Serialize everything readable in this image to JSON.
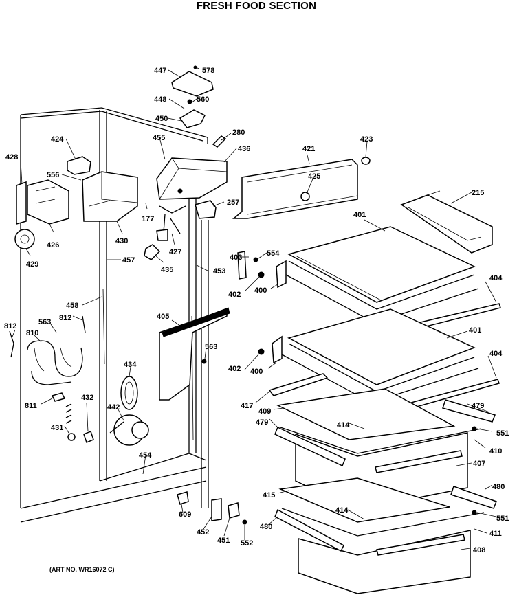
{
  "title": "FRESH FOOD SECTION",
  "art_number": "(ART NO. WR16072 C)",
  "callouts": [
    {
      "id": "447",
      "label": "447"
    },
    {
      "id": "578",
      "label": "578"
    },
    {
      "id": "448",
      "label": "448"
    },
    {
      "id": "560",
      "label": "560"
    },
    {
      "id": "450",
      "label": "450"
    },
    {
      "id": "280",
      "label": "280"
    },
    {
      "id": "424",
      "label": "424"
    },
    {
      "id": "455",
      "label": "455"
    },
    {
      "id": "436",
      "label": "436"
    },
    {
      "id": "421",
      "label": "421"
    },
    {
      "id": "423",
      "label": "423"
    },
    {
      "id": "428",
      "label": "428"
    },
    {
      "id": "556",
      "label": "556"
    },
    {
      "id": "425",
      "label": "425"
    },
    {
      "id": "215",
      "label": "215"
    },
    {
      "id": "257",
      "label": "257"
    },
    {
      "id": "177",
      "label": "177"
    },
    {
      "id": "401a",
      "label": "401"
    },
    {
      "id": "426",
      "label": "426"
    },
    {
      "id": "430",
      "label": "430"
    },
    {
      "id": "427",
      "label": "427"
    },
    {
      "id": "429",
      "label": "429"
    },
    {
      "id": "457",
      "label": "457"
    },
    {
      "id": "403",
      "label": "403"
    },
    {
      "id": "554",
      "label": "554"
    },
    {
      "id": "435",
      "label": "435"
    },
    {
      "id": "453",
      "label": "453"
    },
    {
      "id": "402a",
      "label": "402"
    },
    {
      "id": "400a",
      "label": "400"
    },
    {
      "id": "404a",
      "label": "404"
    },
    {
      "id": "458",
      "label": "458"
    },
    {
      "id": "812a",
      "label": "812"
    },
    {
      "id": "563a",
      "label": "563"
    },
    {
      "id": "812b",
      "label": "812"
    },
    {
      "id": "405",
      "label": "405"
    },
    {
      "id": "401b",
      "label": "401"
    },
    {
      "id": "810",
      "label": "810"
    },
    {
      "id": "563b",
      "label": "563"
    },
    {
      "id": "434",
      "label": "434"
    },
    {
      "id": "402b",
      "label": "402"
    },
    {
      "id": "400b",
      "label": "400"
    },
    {
      "id": "404b",
      "label": "404"
    },
    {
      "id": "811",
      "label": "811"
    },
    {
      "id": "432",
      "label": "432"
    },
    {
      "id": "417",
      "label": "417"
    },
    {
      "id": "442",
      "label": "442"
    },
    {
      "id": "409",
      "label": "409"
    },
    {
      "id": "479a",
      "label": "479"
    },
    {
      "id": "431",
      "label": "431"
    },
    {
      "id": "414a",
      "label": "414"
    },
    {
      "id": "479b",
      "label": "479"
    },
    {
      "id": "551a",
      "label": "551"
    },
    {
      "id": "410",
      "label": "410"
    },
    {
      "id": "454",
      "label": "454"
    },
    {
      "id": "407",
      "label": "407"
    },
    {
      "id": "480a",
      "label": "480"
    },
    {
      "id": "415",
      "label": "415"
    },
    {
      "id": "414b",
      "label": "414"
    },
    {
      "id": "609",
      "label": "609"
    },
    {
      "id": "551b",
      "label": "551"
    },
    {
      "id": "452",
      "label": "452"
    },
    {
      "id": "451",
      "label": "451"
    },
    {
      "id": "480b",
      "label": "480"
    },
    {
      "id": "411",
      "label": "411"
    },
    {
      "id": "552",
      "label": "552"
    },
    {
      "id": "408",
      "label": "408"
    }
  ]
}
